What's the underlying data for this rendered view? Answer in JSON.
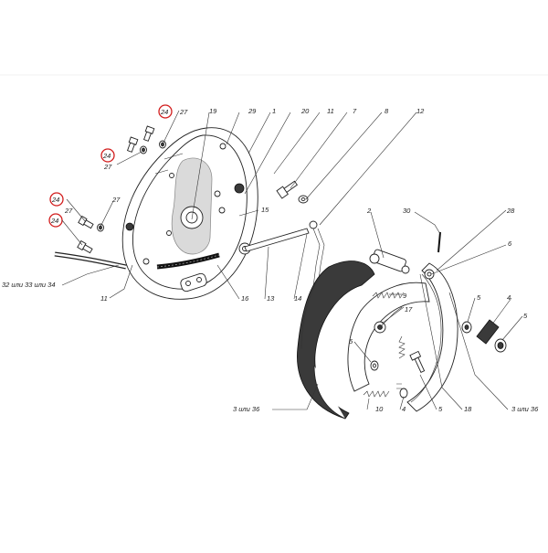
{
  "diagram": {
    "callouts": [
      {
        "id": "c-19",
        "text": "19"
      },
      {
        "id": "c-29",
        "text": "29"
      },
      {
        "id": "c-1",
        "text": "1"
      },
      {
        "id": "c-20",
        "text": "20"
      },
      {
        "id": "c-11a",
        "text": "11"
      },
      {
        "id": "c-7",
        "text": "7"
      },
      {
        "id": "c-8",
        "text": "8"
      },
      {
        "id": "c-12",
        "text": "12"
      },
      {
        "id": "c-24a",
        "text": "24"
      },
      {
        "id": "c-27a",
        "text": "27"
      },
      {
        "id": "c-24b",
        "text": "24"
      },
      {
        "id": "c-27b",
        "text": "27"
      },
      {
        "id": "c-24c",
        "text": "24"
      },
      {
        "id": "c-27c",
        "text": "27"
      },
      {
        "id": "c-27d",
        "text": "27"
      },
      {
        "id": "c-24d",
        "text": "24"
      },
      {
        "id": "c-15",
        "text": "15"
      },
      {
        "id": "c-32",
        "text": "32 или 33 или 34"
      },
      {
        "id": "c-11b",
        "text": "11"
      },
      {
        "id": "c-16",
        "text": "16"
      },
      {
        "id": "c-13",
        "text": "13"
      },
      {
        "id": "c-14",
        "text": "14"
      },
      {
        "id": "c-2",
        "text": "2"
      },
      {
        "id": "c-30",
        "text": "30"
      },
      {
        "id": "c-28",
        "text": "28"
      },
      {
        "id": "c-6",
        "text": "6"
      },
      {
        "id": "c-9",
        "text": "9"
      },
      {
        "id": "c-17",
        "text": "17"
      },
      {
        "id": "c-5a",
        "text": "5"
      },
      {
        "id": "c-4a",
        "text": "4"
      },
      {
        "id": "c-5b",
        "text": "5"
      },
      {
        "id": "c-5c",
        "text": "5"
      },
      {
        "id": "c-3a",
        "text": "3 или 36"
      },
      {
        "id": "c-10",
        "text": "10"
      },
      {
        "id": "c-4b",
        "text": "4"
      },
      {
        "id": "c-5d",
        "text": "5"
      },
      {
        "id": "c-18",
        "text": "18"
      },
      {
        "id": "c-3b",
        "text": "3 или 36"
      }
    ],
    "highlight_color": "#d21d1d",
    "line_color": "#333333",
    "lining_color": "#3a3a3a"
  }
}
